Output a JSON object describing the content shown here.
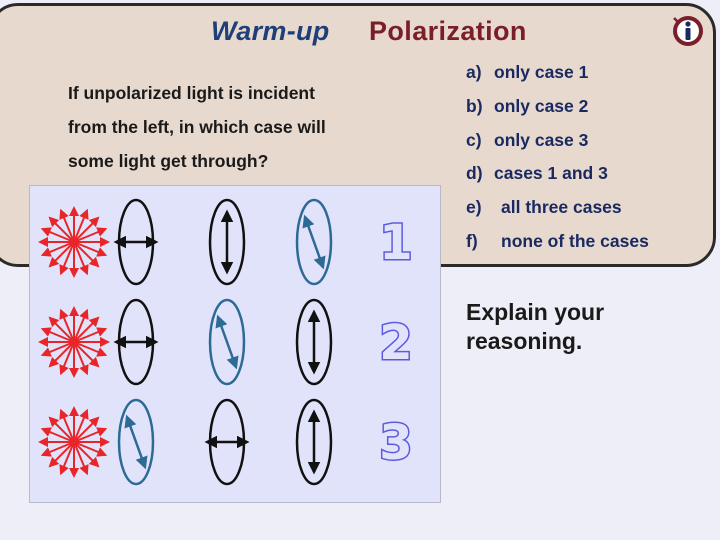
{
  "header": {
    "warmup_label": "Warm-up",
    "title": "Polarization"
  },
  "question": {
    "lines": [
      "If unpolarized light is incident",
      "from the left,  in which case will",
      "some light get through?"
    ]
  },
  "choices": [
    {
      "letter": "a)",
      "text": "only case 1"
    },
    {
      "letter": "b)",
      "text": "only case 2"
    },
    {
      "letter": "c)",
      "text": "only case 3"
    },
    {
      "letter": "d)",
      "text": "cases 1 and 3"
    },
    {
      "letter": "e)",
      "text": "all three cases"
    },
    {
      "letter": "f)",
      "text": "none of the cases"
    }
  ],
  "explain": {
    "line1": "Explain your",
    "line2": "reasoning."
  },
  "cases": [
    {
      "label": "1",
      "filters": [
        "horizontal",
        "vertical",
        "tilted"
      ]
    },
    {
      "label": "2",
      "filters": [
        "horizontal",
        "tilted",
        "vertical"
      ]
    },
    {
      "label": "3",
      "filters": [
        "tilted",
        "horizontal",
        "vertical"
      ]
    }
  ],
  "colors": {
    "panel": "#e8d9cf",
    "warmup": "#1f3f78",
    "title": "#7a1f2a",
    "choices": "#1a2a60",
    "starburst": "#e8262a",
    "tilted_filter": "#2d6a96",
    "number": "#5a5ae0",
    "figure_bg": "#e1e3fa"
  },
  "icons": {
    "header": "info-icon",
    "light": "starburst-icon"
  }
}
